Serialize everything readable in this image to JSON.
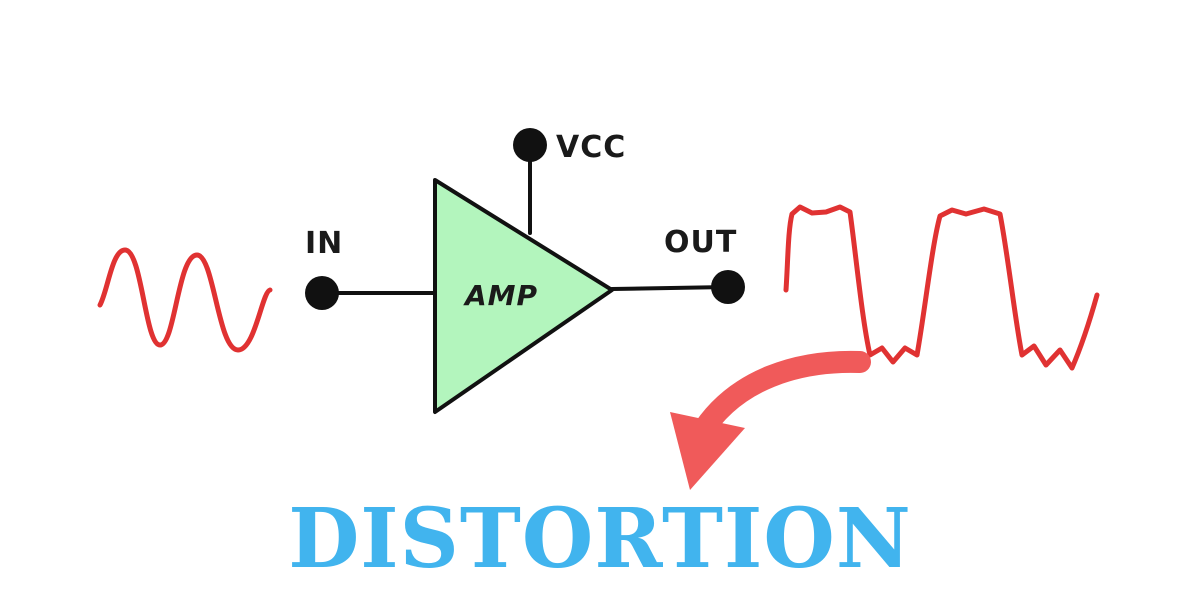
{
  "diagram": {
    "labels": {
      "input": "IN",
      "supply": "VCC",
      "amplifier": "AMP",
      "output": "OUT"
    },
    "caption": "DISTORTION"
  },
  "colors": {
    "wave": "#e03232",
    "arrow": "#f05a5a",
    "amp_fill": "#b3f5bd",
    "stroke": "#111111",
    "caption": "#41b4ee"
  },
  "icons": {
    "input_wave": "sine-wave-icon",
    "output_wave": "clipped-wave-icon",
    "arrow": "curved-arrow-icon"
  }
}
